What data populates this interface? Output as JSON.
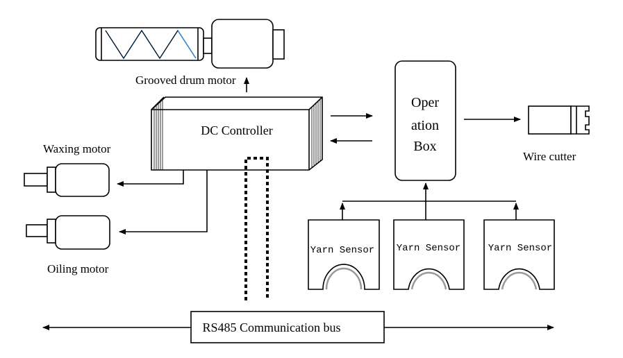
{
  "labels": {
    "grooved_drum_motor": "Grooved drum motor",
    "dc_controller": "DC Controller",
    "waxing_motor": "Waxing motor",
    "oiling_motor": "Oiling motor",
    "operation_box_line1": "Oper",
    "operation_box_line2": "ation",
    "operation_box_line3": "Box",
    "wire_cutter": "Wire cutter",
    "yarn_sensor_1": "Yarn Sensor",
    "yarn_sensor_2": "Yarn Sensor",
    "yarn_sensor_3": "Yarn Sensor",
    "rs485_bus": "RS485 Communication bus"
  },
  "colors": {
    "line": "#000000",
    "drum_accent": "#3b7fbf",
    "background": "#ffffff"
  },
  "icons": [
    "grooved-drum-motor-icon",
    "waxing-motor-icon",
    "oiling-motor-icon",
    "wire-cutter-icon",
    "yarn-sensor-icon"
  ]
}
